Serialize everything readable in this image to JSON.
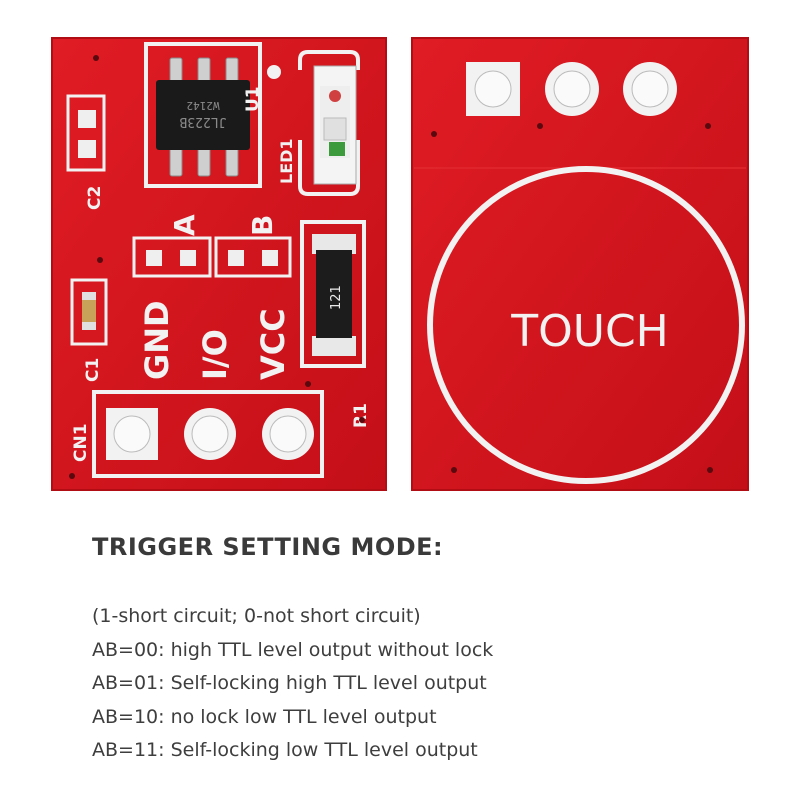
{
  "board_left": {
    "chip_marking_1": "JL223B",
    "chip_marking_2": "W2142",
    "labels": {
      "u1": "U1",
      "led1": "LED1",
      "c2": "C2",
      "c1": "C1",
      "jumper_a": "A",
      "jumper_b": "B",
      "gnd": "GND",
      "io": "I/O",
      "vcc": "VCC",
      "r1": "R1",
      "cn1": "CN1"
    },
    "resistor_code": "121"
  },
  "board_right": {
    "touch_label": "TOUCH"
  },
  "colors": {
    "pcb_red": "#d4141e",
    "silkscreen": "#f2f2f2",
    "text": "#3a3a3a"
  },
  "description": {
    "heading": "TRIGGER SETTING MODE:",
    "lines": [
      "(1-short circuit; 0-not short circuit)",
      "AB=00: high TTL level output without lock",
      "AB=01: Self-locking high TTL level output",
      "AB=10: no lock low TTL level output",
      "AB=11: Self-locking low TTL level output"
    ]
  }
}
